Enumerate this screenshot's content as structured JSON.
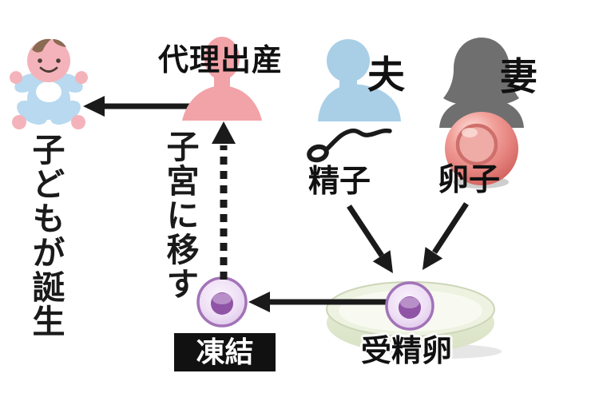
{
  "figure": {
    "title_context": "surrogacy-process-diagram",
    "background_color": "#ffffff",
    "arrow_color": "#1a1a1a",
    "people": {
      "surrogate": {
        "label": "代理出産",
        "color": "#f2a3a8"
      },
      "husband": {
        "label": "夫",
        "color": "#a9cfe7"
      },
      "wife": {
        "label": "妻",
        "color": "#6f6f6f"
      }
    },
    "gametes": {
      "sperm": {
        "label": "精子",
        "color": "#1a1a1a"
      },
      "egg": {
        "label": "卵子",
        "color": "#e8827f"
      }
    },
    "embryo": {
      "fertilized_label": "受精卵",
      "frozen_label": "凍結",
      "cell_outline_color": "#a273b8",
      "cell_fill_color": "#eedff5",
      "nucleus_color": "#8f54a6",
      "dish_color": "#edf2e1",
      "frozen_box_color": "#111111"
    },
    "notes": {
      "transfer": "子宮に移す",
      "birth": "子どもが誕生"
    },
    "baby": {
      "skin_color": "#f4b3ba",
      "clothes_color": "#b8d9ef"
    }
  }
}
